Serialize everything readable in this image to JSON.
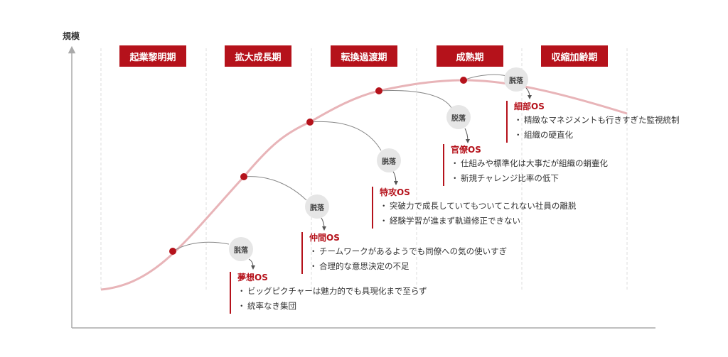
{
  "axis": {
    "ylabel": "規模"
  },
  "phases": [
    {
      "label": "起業黎明期"
    },
    {
      "label": "拡大成長期"
    },
    {
      "label": "転換過渡期"
    },
    {
      "label": "成熟期"
    },
    {
      "label": "収縮加齢期"
    }
  ],
  "drop_label": "脱落",
  "blocks": [
    {
      "title": "夢想OS",
      "items": [
        "ビッグピクチャーは魅力的でも具現化まで至らず",
        "統率なき集団"
      ]
    },
    {
      "title": "仲間OS",
      "items": [
        "チームワークがあるようでも同僚への気の使いすぎ",
        "合理的な意思決定の不足"
      ]
    },
    {
      "title": "特攻OS",
      "items": [
        "突破力で成長していてもついてこれない社員の離脱",
        "経験学習が進まず軌道修正できない"
      ]
    },
    {
      "title": "官僚OS",
      "items": [
        "仕組みや標準化は大事だが組織の蛸壷化",
        "新規チャレンジ比率の低下"
      ]
    },
    {
      "title": "細部OS",
      "items": [
        "精緻なマネジメントも行きすぎた監視統制",
        "組織の硬直化"
      ]
    }
  ],
  "colors": {
    "accent": "#b5121b",
    "curve": "#e8b4b8",
    "grid": "#dddddd",
    "bubble": "#e6e6e6"
  }
}
